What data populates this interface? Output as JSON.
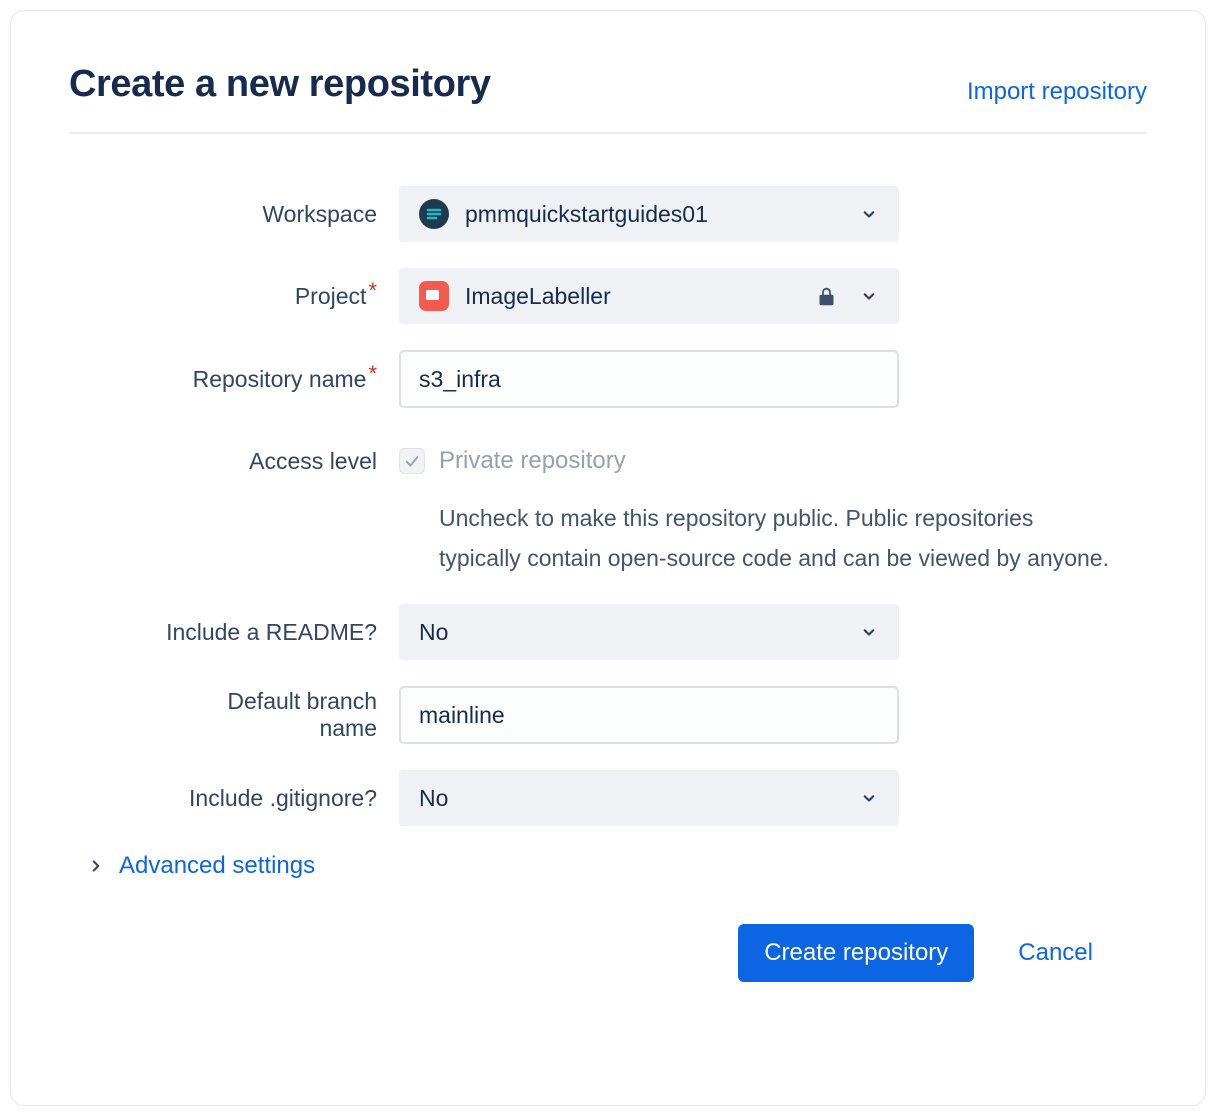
{
  "page": {
    "title": "Create a new repository",
    "import_link": "Import repository"
  },
  "form": {
    "workspace": {
      "label": "Workspace",
      "value": "pmmquickstartguides01"
    },
    "project": {
      "label": "Project",
      "required_marker": "*",
      "value": "ImageLabeller"
    },
    "repository_name": {
      "label": "Repository name",
      "required_marker": "*",
      "value": "s3_infra"
    },
    "access_level": {
      "label": "Access level",
      "checkbox_checked": true,
      "checkbox_label": "Private repository",
      "help_text": "Uncheck to make this repository public. Public repositories typically contain open-source code and can be viewed by anyone."
    },
    "include_readme": {
      "label": "Include a README?",
      "value": "No"
    },
    "default_branch": {
      "label": "Default branch name",
      "value": "mainline"
    },
    "include_gitignore": {
      "label": "Include .gitignore?",
      "value": "No"
    },
    "advanced_settings": {
      "label": "Advanced settings"
    }
  },
  "actions": {
    "create_label": "Create repository",
    "cancel_label": "Cancel"
  },
  "icons": {
    "workspace_avatar": "workspace-avatar",
    "project_avatar": "project-avatar",
    "lock": "lock",
    "chevron_down": "chevron-down",
    "chevron_right": "chevron-right",
    "check": "check"
  },
  "colors": {
    "primary": "#0C66E4",
    "link": "#0C66E4",
    "required": "#CA3521",
    "field_background": "#F0F1F4"
  }
}
